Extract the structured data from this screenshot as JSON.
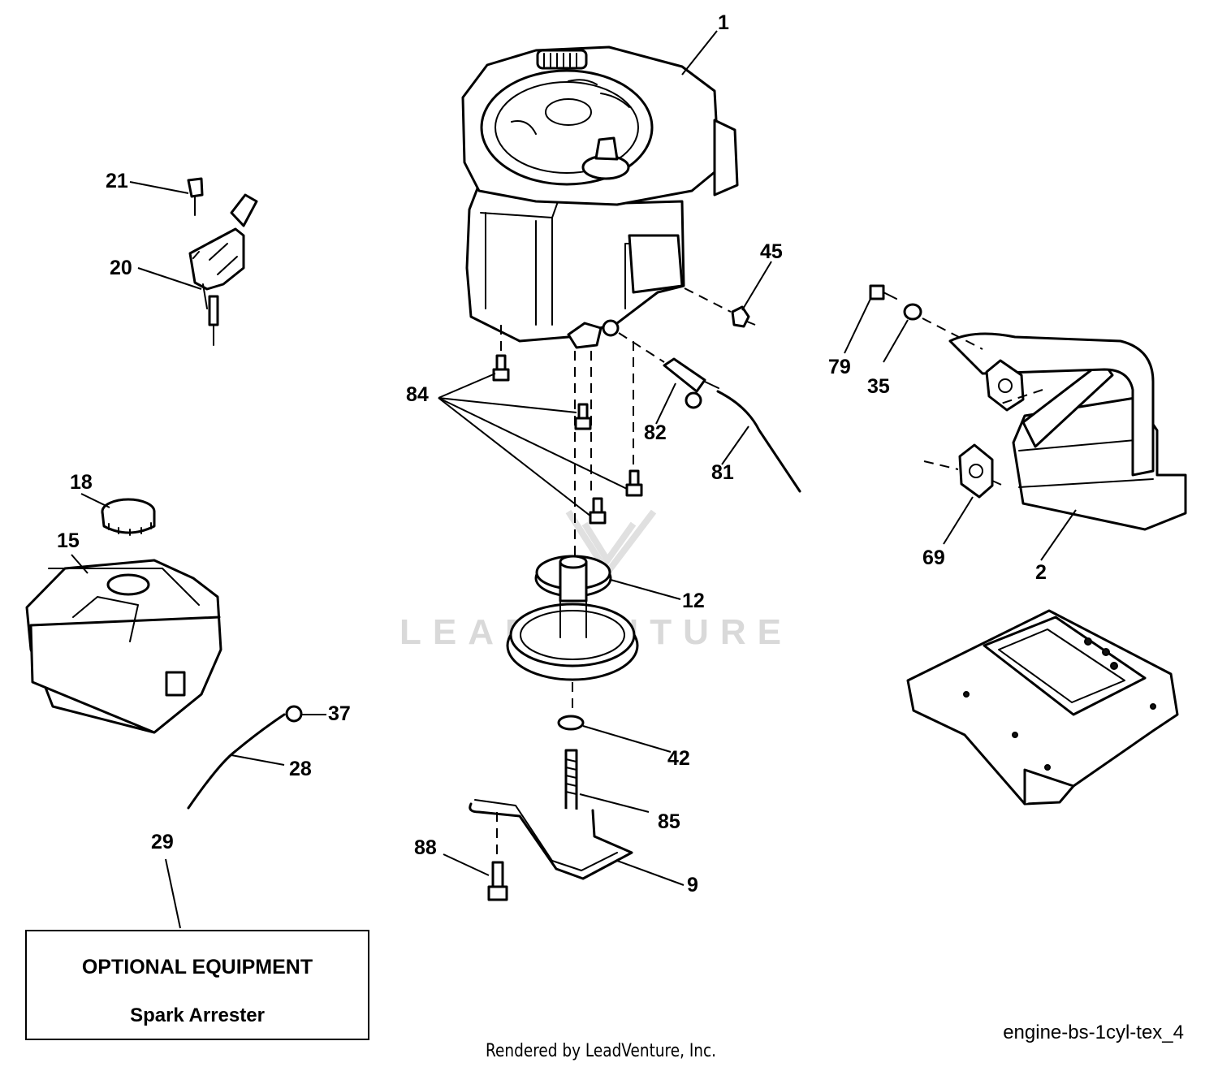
{
  "callouts": [
    "1",
    "2",
    "9",
    "12",
    "15",
    "18",
    "20",
    "21",
    "28",
    "29",
    "35",
    "37",
    "42",
    "45",
    "69",
    "79",
    "81",
    "82",
    "84",
    "85",
    "88"
  ],
  "optional_box": {
    "title": "OPTIONAL EQUIPMENT",
    "item": "Spark Arrester"
  },
  "diagram_code": "engine-bs-1cyl-tex_4",
  "footer": "Rendered by LeadVenture, Inc.",
  "watermark": "LEADVENTURE"
}
